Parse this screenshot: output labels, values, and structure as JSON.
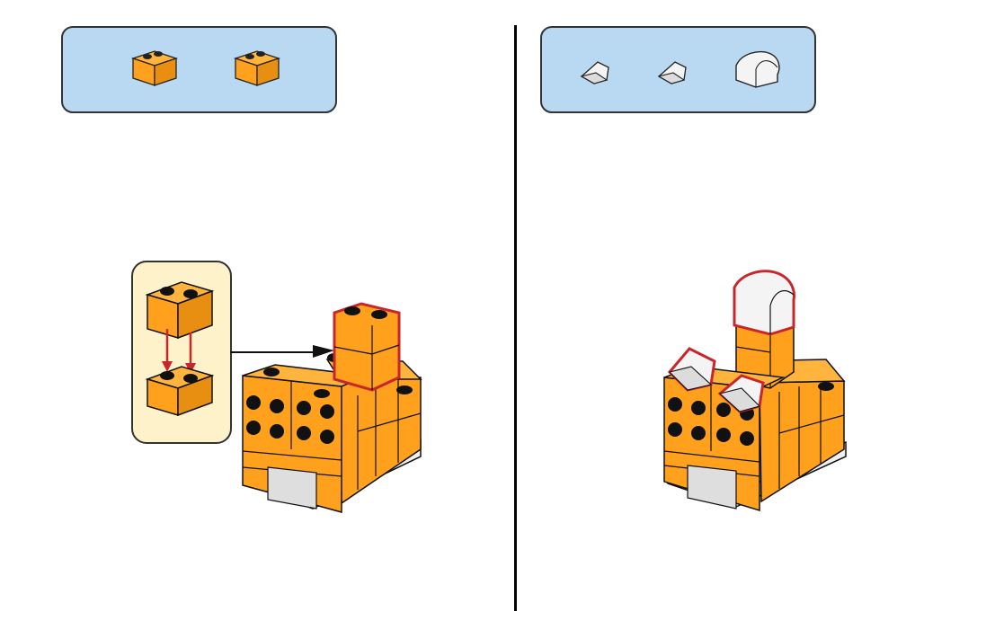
{
  "colors": {
    "brick_orange": "#ffa11c",
    "brick_side": "#f79a14",
    "brick_dark": "#e88f12",
    "highlight_red": "#c8262b",
    "parts_box_bg": "#b9d9f3",
    "subassembly_bg": "#fdf2c9",
    "slope_white": "#f4f4f4",
    "grey_tile": "#dedede",
    "outline": "#111111"
  },
  "steps": [
    {
      "parts": [
        {
          "shape": "brick-1x2",
          "color": "orange"
        },
        {
          "shape": "brick-1x2",
          "color": "orange"
        }
      ],
      "subassembly": {
        "shape": "two-bricks-stacked",
        "color": "orange"
      },
      "callout_arrow": "subassembly-to-model"
    },
    {
      "parts": [
        {
          "shape": "slope-1x1",
          "color": "white"
        },
        {
          "shape": "slope-1x1",
          "color": "white"
        },
        {
          "shape": "curved-slope-2x2",
          "color": "white"
        }
      ]
    }
  ]
}
